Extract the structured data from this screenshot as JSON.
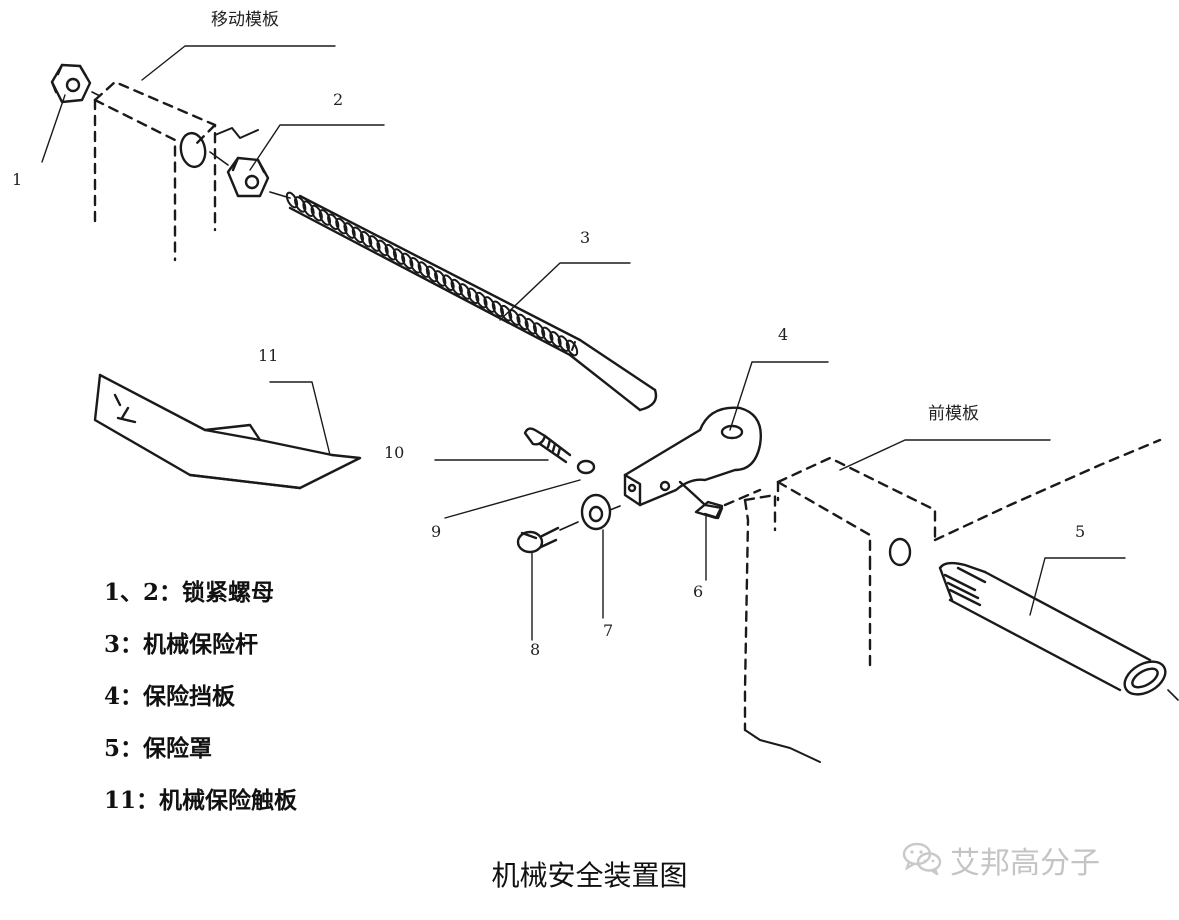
{
  "labels": {
    "moving_plate": "移动模板",
    "front_plate": "前模板"
  },
  "callouts": [
    "1",
    "2",
    "3",
    "4",
    "5",
    "6",
    "7",
    "8",
    "9",
    "10",
    "11"
  ],
  "legend": [
    "1、2：锁紧螺母",
    "3：机械保险杆",
    "4：保险挡板",
    "5：保险罩",
    "11：机械保险触板"
  ],
  "caption": "机械安全装置图",
  "watermark": {
    "icon": "wechat-icon",
    "text": "艾邦高分子",
    "color": "#c4c4c4"
  }
}
